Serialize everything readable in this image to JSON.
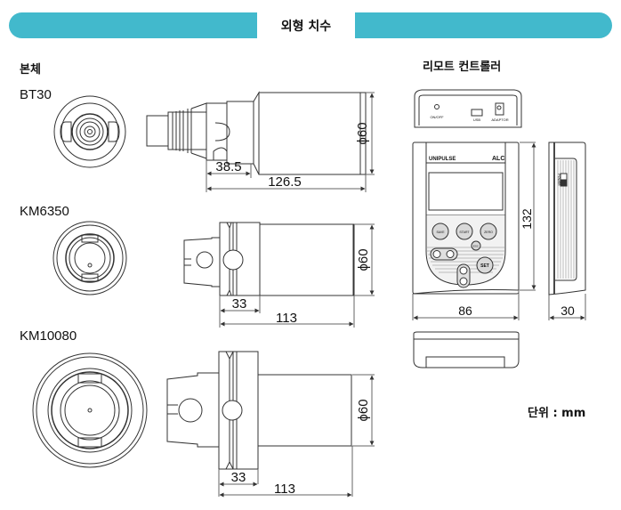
{
  "header": {
    "title": "외형 치수",
    "accent_color": "#42b9cc"
  },
  "body_section": {
    "title": "본체",
    "models": [
      {
        "name": "BT30",
        "diameter": "ϕ60",
        "dim_short": "38.5",
        "dim_total": "126.5"
      },
      {
        "name": "KM6350",
        "diameter": "ϕ60",
        "dim_short": "33",
        "dim_total": "113"
      },
      {
        "name": "KM10080",
        "diameter": "ϕ60",
        "dim_short": "33",
        "dim_total": "113"
      }
    ]
  },
  "remote_section": {
    "title": "리모트 컨트롤러",
    "top_view_labels": {
      "left": "ON/OFF",
      "middle": "USB",
      "right": "ADAPTOR"
    },
    "front_panel": {
      "brand": "UNIPULSE",
      "model": "ALC",
      "buttons": [
        "SAVE",
        "START",
        "ZERO",
        "ESC",
        "SET"
      ]
    },
    "side_label": "POWER",
    "dim_height": "132",
    "dim_width": "86",
    "dim_depth": "30"
  },
  "unit_note": "단위 : mm"
}
